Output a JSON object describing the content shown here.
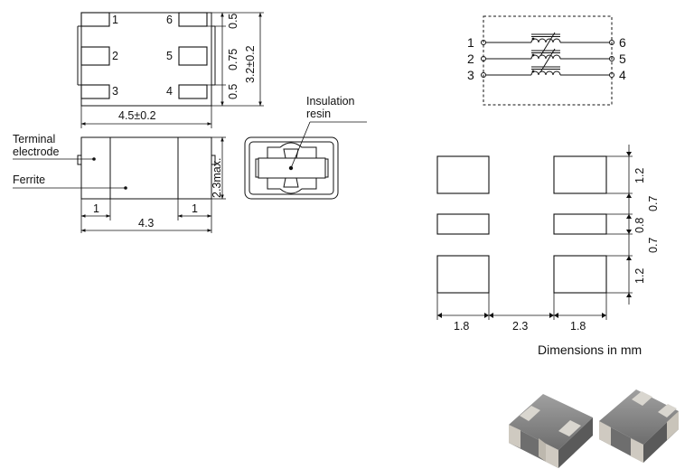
{
  "top_view": {
    "pin_labels": [
      "1",
      "2",
      "3",
      "4",
      "5",
      "6"
    ],
    "dim_width": "4.5±0.2",
    "dim_height": "3.2±0.2",
    "dim_pitch_top": "0.5",
    "dim_pitch_mid": "0.75",
    "dim_pitch_bottom": "0.5"
  },
  "side_view": {
    "label_terminal_line1": "Terminal",
    "label_terminal_line2": "electrode",
    "label_ferrite": "Ferrite",
    "dim_height": "2.3max.",
    "dim_left": "1",
    "dim_right": "1",
    "dim_length": "4.3"
  },
  "end_view": {
    "label_line1": "Insulation",
    "label_line2": "resin"
  },
  "schematic": {
    "left_pins": [
      "1",
      "2",
      "3"
    ],
    "right_pins": [
      "6",
      "5",
      "4"
    ]
  },
  "land_pattern": {
    "dim_pad_h_top": "1.2",
    "dim_gap_top": "0.7",
    "dim_pad_h_mid": "0.8",
    "dim_gap_bottom": "0.7",
    "dim_pad_h_bottom": "1.2",
    "dim_pad_w_left": "1.8",
    "dim_gap_w": "2.3",
    "dim_pad_w_right": "1.8"
  },
  "units_note": "Dimensions in mm",
  "colors": {
    "line": "#111111",
    "chip_body": "#8a8a8a",
    "chip_terminal": "#d9d6cf"
  }
}
